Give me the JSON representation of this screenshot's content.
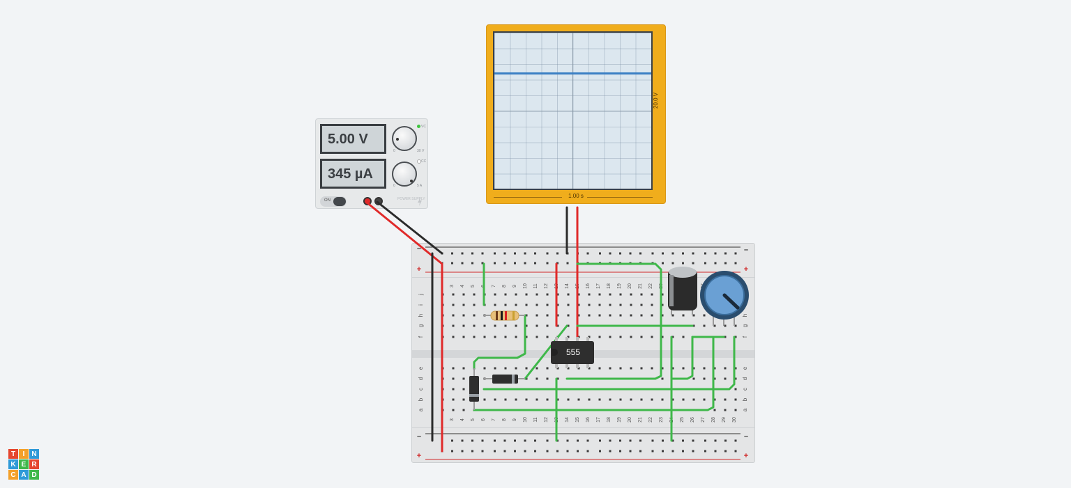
{
  "power_supply": {
    "voltage_display": "5.00 V",
    "current_display": "345 µA",
    "switch_label": "ON",
    "brand_label": "POWER SUPPLY",
    "vc_label": "VC",
    "cc_label": "CC",
    "knob1_min": "0",
    "knob1_max": "30 V",
    "knob2_min": "0",
    "knob2_max": "5 A",
    "vc_led_color": "#3ec43e",
    "cc_led_color": "#c8c8c8"
  },
  "oscilloscope": {
    "time_per_div": "1.00 s",
    "volts_per_div": "20.0 V",
    "trace_level_fraction": 0.27,
    "trace_color": "#3a7fc4",
    "body_color": "#f0ad1c"
  },
  "breadboard": {
    "column_numbers": [
      "3",
      "4",
      "5",
      "6",
      "7",
      "8",
      "9",
      "10",
      "11",
      "12",
      "13",
      "14",
      "15",
      "16",
      "17",
      "18",
      "19",
      "20",
      "21",
      "22",
      "23",
      "24",
      "25",
      "26",
      "27",
      "28",
      "29",
      "30"
    ],
    "upper_row_letters": [
      "j",
      "i",
      "h",
      "g",
      "f"
    ],
    "lower_row_letters": [
      "e",
      "d",
      "c",
      "b",
      "a"
    ],
    "rail_minus": "–",
    "rail_plus": "+",
    "rail_minus_color": "#333333",
    "rail_plus_color": "#d02828"
  },
  "components": {
    "ic_label": "555",
    "resistor": "resistor",
    "diode": "diode",
    "capacitor": "electrolytic capacitor",
    "potentiometer": "potentiometer"
  },
  "wire_colors": {
    "green": "#3fb84a",
    "red": "#e02a2a",
    "black": "#2b2b2b"
  },
  "logo": {
    "letters": [
      "T",
      "I",
      "N",
      "K",
      "E",
      "R",
      "C",
      "A",
      "D"
    ],
    "colors": [
      "#e5462f",
      "#f3a02a",
      "#2f9ad8",
      "#2f9ad8",
      "#3fb84a",
      "#e5462f",
      "#f3a02a",
      "#2f9ad8",
      "#3fb84a"
    ]
  }
}
